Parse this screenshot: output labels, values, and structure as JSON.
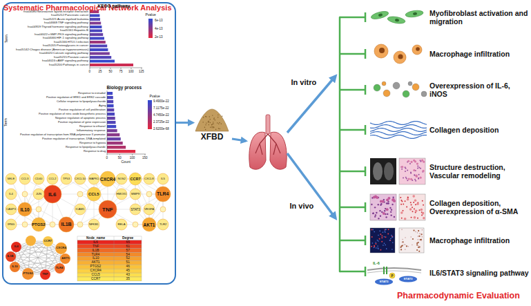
{
  "diagram": {
    "nodes": [
      {
        "text": [
          "Systematic Pharmacological Network Analysis"
        ]
      },
      {
        "text": [
          "CCL5"
        ],
        "in": 0
      },
      {
        "text": [
          "CCR7"
        ],
        "in": 0
      },
      {
        "text": [
          "CXCR4"
        ],
        "in": 0
      },
      {
        "text": [
          "AKT1"
        ],
        "in": 0
      },
      {
        "text": [
          "TLR4"
        ],
        "in": 0
      },
      {
        "text": [
          "TNF"
        ],
        "in": 0
      },
      {
        "text": [
          "PTGS2"
        ],
        "in": 0
      },
      {
        "text": [
          "IL10"
        ],
        "in": 0
      },
      {
        "text": [
          "IL1B"
        ],
        "in": 0
      },
      {
        "text": [
          "IL6"
        ],
        "in": 0
      },
      {
        "text": [
          "XFBD"
        ]
      }
    ],
    "edges": [
      {
        "from": 0,
        "to": 11,
        "arrow": "to"
      },
      {
        "from": 1,
        "to": 2,
        "arrow": "none"
      },
      {
        "from": 1,
        "to": 3,
        "arrow": "none"
      },
      {
        "from": 1,
        "to": 4,
        "arrow": "none"
      },
      {
        "from": 1,
        "to": 5,
        "arrow": "none"
      },
      {
        "from": 1,
        "to": 6,
        "arrow": "none"
      },
      {
        "from": 1,
        "to": 7,
        "arrow": "none"
      },
      {
        "from": 1,
        "to": 8,
        "arrow": "none"
      },
      {
        "from": 1,
        "to": 9,
        "arrow": "none"
      },
      {
        "from": 1,
        "to": 10,
        "arrow": "none"
      },
      {
        "from": 2,
        "to": 3,
        "arrow": "none"
      },
      {
        "from": 2,
        "to": 4,
        "arrow": "none"
      },
      {
        "from": 2,
        "to": 5,
        "arrow": "none"
      },
      {
        "from": 2,
        "to": 6,
        "arrow": "none"
      },
      {
        "from": 2,
        "to": 7,
        "arrow": "none"
      },
      {
        "from": 2,
        "to": 8,
        "arrow": "none"
      },
      {
        "from": 2,
        "to": 9,
        "arrow": "none"
      },
      {
        "from": 2,
        "to": 10,
        "arrow": "none"
      },
      {
        "from": 3,
        "to": 4,
        "arrow": "none"
      },
      {
        "from": 3,
        "to": 5,
        "arrow": "none"
      },
      {
        "from": 3,
        "to": 6,
        "arrow": "none"
      },
      {
        "from": 3,
        "to": 7,
        "arrow": "none"
      },
      {
        "from": 3,
        "to": 8,
        "arrow": "none"
      },
      {
        "from": 3,
        "to": 9,
        "arrow": "none"
      },
      {
        "from": 3,
        "to": 10,
        "arrow": "none"
      },
      {
        "from": 4,
        "to": 5,
        "arrow": "none"
      },
      {
        "from": 4,
        "to": 6,
        "arrow": "none"
      },
      {
        "from": 4,
        "to": 7,
        "arrow": "none"
      },
      {
        "from": 4,
        "to": 8,
        "arrow": "none"
      },
      {
        "from": 4,
        "to": 9,
        "arrow": "none"
      },
      {
        "from": 4,
        "to": 10,
        "arrow": "none"
      },
      {
        "from": 5,
        "to": 6,
        "arrow": "none"
      },
      {
        "from": 5,
        "to": 7,
        "arrow": "none"
      },
      {
        "from": 5,
        "to": 8,
        "arrow": "none"
      },
      {
        "from": 5,
        "to": 9,
        "arrow": "none"
      },
      {
        "from": 5,
        "to": 10,
        "arrow": "none"
      },
      {
        "from": 6,
        "to": 7,
        "arrow": "none"
      },
      {
        "from": 6,
        "to": 8,
        "arrow": "none"
      },
      {
        "from": 6,
        "to": 9,
        "arrow": "none"
      },
      {
        "from": 6,
        "to": 10,
        "arrow": "none"
      },
      {
        "from": 7,
        "to": 8,
        "arrow": "none"
      },
      {
        "from": 7,
        "to": 9,
        "arrow": "none"
      },
      {
        "from": 7,
        "to": 10,
        "arrow": "none"
      },
      {
        "from": 8,
        "to": 9,
        "arrow": "none"
      },
      {
        "from": 8,
        "to": 10,
        "arrow": "none"
      },
      {
        "from": 9,
        "to": 10,
        "arrow": "none"
      }
    ],
    "labels": [
      "KEGG pathway",
      "hsa04080:Neuroactive ligand-receptor interaction",
      "hsa05212:Pancreatic cancer",
      "hsa05221:Acute myeloid leukemia",
      "hsa04668:TNF signaling pathway",
      "hsa04919:Thyroid hormone signaling pathway",
      "hsa05161:Hepatitis B",
      "hsa04022:cGMP-PKG signaling pathway",
      "hsa04066:HIF-1 signaling pathway",
      "hsa05166:HTLV-I infection",
      "hsa05205:Proteoglycans in cancer",
      "hsa05142:Chagas disease (American trypanosomiasis)",
      "hsa04020:Calcium signaling pathway",
      "hsa05215:Prostate cancer",
      "hsa04024:cAMP signaling pathway",
      "hsa05200:Pathways in cancer",
      "Term",
      "0",
      "25",
      "50",
      "75",
      "100",
      "125",
      "Pvalue",
      "6e-13",
      "4e-13",
      "2e-13",
      "Biology process",
      "Response to estradiol",
      "Positive regulation of ERK1 and ERK2 cascade",
      "Cellular response to lipopolysaccharide",
      "Aging",
      "Positive regulation of cell proliferation",
      "Positive regulation of nitric oxide biosynthetic process",
      "Negative regulation of apoptotic process",
      "Positive regulation of gene expression",
      "Response to ethanol",
      "Inflammatory response",
      "Positive regulation of transcription from RNA polymerase II promoter",
      "Positive regulation of transcription, DNA-templated",
      "Response to hypoxia",
      "Response to lipopolysaccharide",
      "Response to drug",
      "Term",
      "0",
      "50",
      "100",
      "150",
      "Count",
      "Pvalue",
      "9.4900e-22",
      "7.1175e-22",
      "4.7450e-22",
      "2.3725e-22",
      "2.6200e-68",
      "IL6",
      "TNF",
      "IL1B",
      "CXCR4",
      "CCL5",
      "TLR4",
      "AKT1",
      "IL10",
      "PTGS2",
      "CCR7",
      "STAT3",
      "RELA",
      "NFKB1",
      "CCL3",
      "CCL2",
      "CXCL10",
      "IL4",
      "ICAM1",
      "MMP9",
      "TLR2",
      "VEGFA",
      "IFNG",
      "CASP3",
      "JUN",
      "HMOX1",
      "CXCL8",
      "IL5",
      "SELE",
      "CD40",
      "TP53",
      "MAPK1",
      "NOS2",
      "Node_name",
      "Degree",
      "IL6",
      "65",
      "TNF",
      "61",
      "IL1B",
      "57",
      "TLR4",
      "54",
      "IL10",
      "52",
      "AKT1",
      "51",
      "PTGS2",
      "46",
      "CXCR4",
      "45",
      "CCL5",
      "43",
      "CCR7",
      "35",
      "In vitro",
      "In vivo",
      "Myofibroblast activation and migration",
      "Macrophage infiltration",
      "Overexpression of IL-6, iNOS",
      "Collagen deposition",
      "Structure destruction, Vascular remodeling",
      "Collagen deposition, Overexpression of α-SMA",
      "Macrophage infiltration",
      "IL-6",
      "P",
      "STAT3",
      "STAT3",
      "IL6/STAT3 signaling pathway",
      "Pharmacodynamic Evaluation"
    ]
  }
}
